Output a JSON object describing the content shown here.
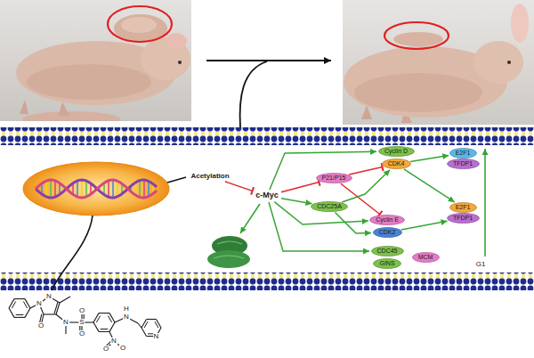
{
  "diagram": {
    "nodes": [
      {
        "text": [
          "Acetylation"
        ]
      },
      {
        "text": [
          "c-Myc"
        ]
      },
      {
        "text": [
          "P21/P15"
        ]
      },
      {
        "text": [
          "Cyclin D"
        ]
      },
      {
        "text": [
          "CDK4"
        ]
      },
      {
        "text": [
          "E2F1"
        ]
      },
      {
        "text": [
          "TFDP1"
        ]
      },
      {
        "text": [
          "CDC25A"
        ]
      },
      {
        "text": [
          "Cyclin E"
        ]
      },
      {
        "text": [
          "CDK2"
        ]
      },
      {
        "text": [
          "E2F1"
        ]
      },
      {
        "text": [
          "TFDP1"
        ]
      },
      {
        "text": [
          "CDC45"
        ]
      },
      {
        "text": [
          "GINS"
        ]
      },
      {
        "text": [
          "MCM"
        ]
      }
    ],
    "edges": [
      {
        "from": 0,
        "to": 1,
        "arrow": "to"
      },
      {
        "from": 1,
        "to": 2,
        "arrow": "to"
      },
      {
        "from": 1,
        "to": 3,
        "arrow": "to"
      },
      {
        "from": 1,
        "to": 7,
        "arrow": "to"
      },
      {
        "from": 1,
        "to": 8,
        "arrow": "to"
      },
      {
        "from": 1,
        "to": 12,
        "arrow": "to"
      },
      {
        "from": 2,
        "to": 4,
        "arrow": "to"
      },
      {
        "from": 2,
        "to": 8,
        "arrow": "to"
      },
      {
        "from": 7,
        "to": 4,
        "arrow": "to"
      },
      {
        "from": 7,
        "to": 9,
        "arrow": "to"
      },
      {
        "from": 4,
        "to": 5,
        "arrow": "to"
      },
      {
        "from": 4,
        "to": 10,
        "arrow": "to"
      },
      {
        "from": 9,
        "to": 11,
        "arrow": "to"
      }
    ],
    "labels": [
      "G1",
      "N",
      "N",
      "O",
      "N",
      "O",
      "S",
      "O",
      "N",
      "O",
      "O",
      "N",
      "H",
      "N"
    ]
  }
}
